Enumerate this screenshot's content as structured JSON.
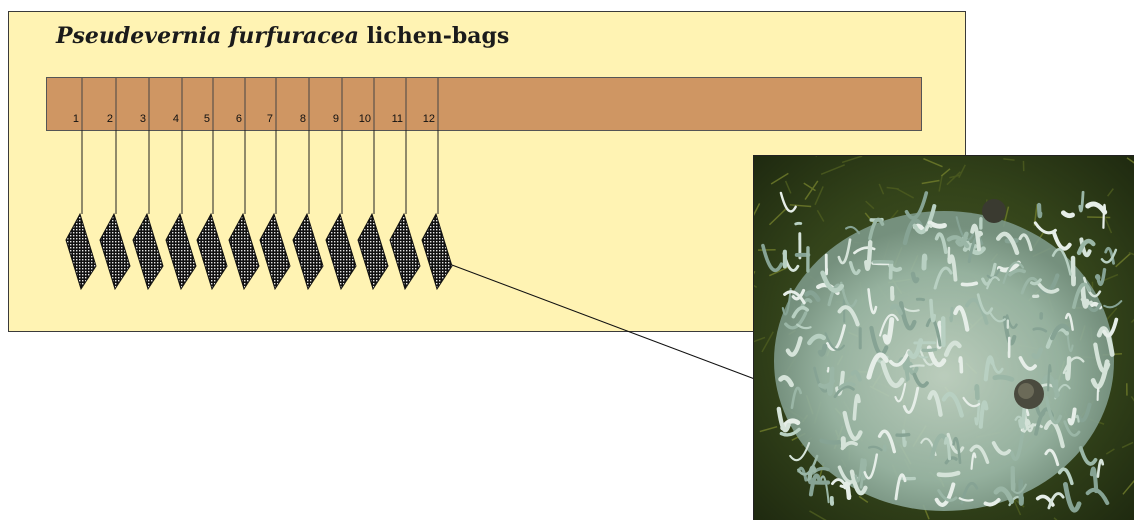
{
  "title": {
    "species": "Pseudevernia furfuracea",
    "suffix": " lichen-bags"
  },
  "bags": [
    "1",
    "2",
    "3",
    "4",
    "5",
    "6",
    "7",
    "8",
    "9",
    "10",
    "11",
    "12"
  ],
  "colors": {
    "panel": "#fff3b3",
    "beam": "#cf9663",
    "bag_fill": "#111111",
    "lichen_pale": "#a9c4b4",
    "moss_dark": "#2f3f16"
  },
  "photo": {
    "subject": "lichen-photo"
  }
}
